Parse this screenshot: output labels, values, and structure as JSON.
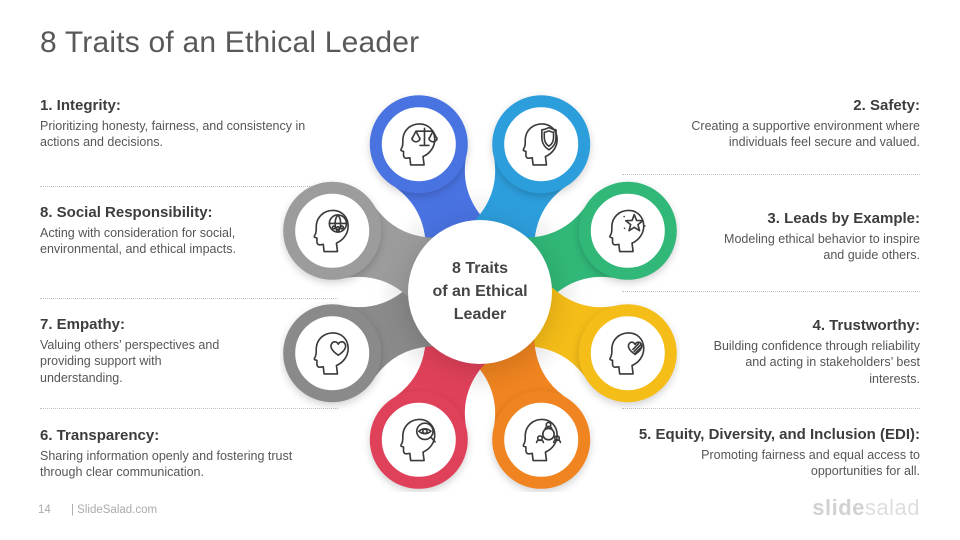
{
  "slide": {
    "title": "8 Traits of an Ethical Leader",
    "center_label": "8 Traits\nof an Ethical\nLeader",
    "footer": {
      "page_number": "14",
      "site": "| SlideSalad.com",
      "watermark_bold": "slide",
      "watermark_light": "salad"
    }
  },
  "traits": [
    {
      "label": "1. Integrity:",
      "desc": "Prioritizing honesty, fairness, and consistency in\nactions and decisions.",
      "color": "#4A73E2",
      "icon": "scales-of-justice"
    },
    {
      "label": "2. Safety:",
      "desc": "Creating a supportive environment where\nindividuals feel secure and valued.",
      "color": "#2D9EDC",
      "icon": "shield"
    },
    {
      "label": "3. Leads by Example:",
      "desc": "Modeling ethical behavior to inspire\nand guide others.",
      "color": "#31B878",
      "icon": "star"
    },
    {
      "label": "4. Trustworthy:",
      "desc": "Building confidence through reliability\nand acting in stakeholders’ best\ninterests.",
      "color": "#F5BD18",
      "icon": "heart-in-hand"
    },
    {
      "label": "5. Equity, Diversity, and Inclusion (EDI):",
      "desc": "Promoting fairness and equal access to\nopportunities for all.",
      "color": "#EF8420",
      "icon": "people-network"
    },
    {
      "label": "6. Transparency:",
      "desc": "Sharing information openly and fostering trust\nthrough clear communication.",
      "color": "#E0415A",
      "icon": "eye-magnifier"
    },
    {
      "label": "7. Empathy:",
      "desc": "Valuing others’ perspectives and\nproviding support with\nunderstanding.",
      "color": "#8A8A8A",
      "icon": "heart"
    },
    {
      "label": "8. Social Responsibility:",
      "desc": "Acting with consideration for social,\nenvironmental, and ethical impacts.",
      "color": "#9C9C9C",
      "icon": "globe-people"
    }
  ]
}
